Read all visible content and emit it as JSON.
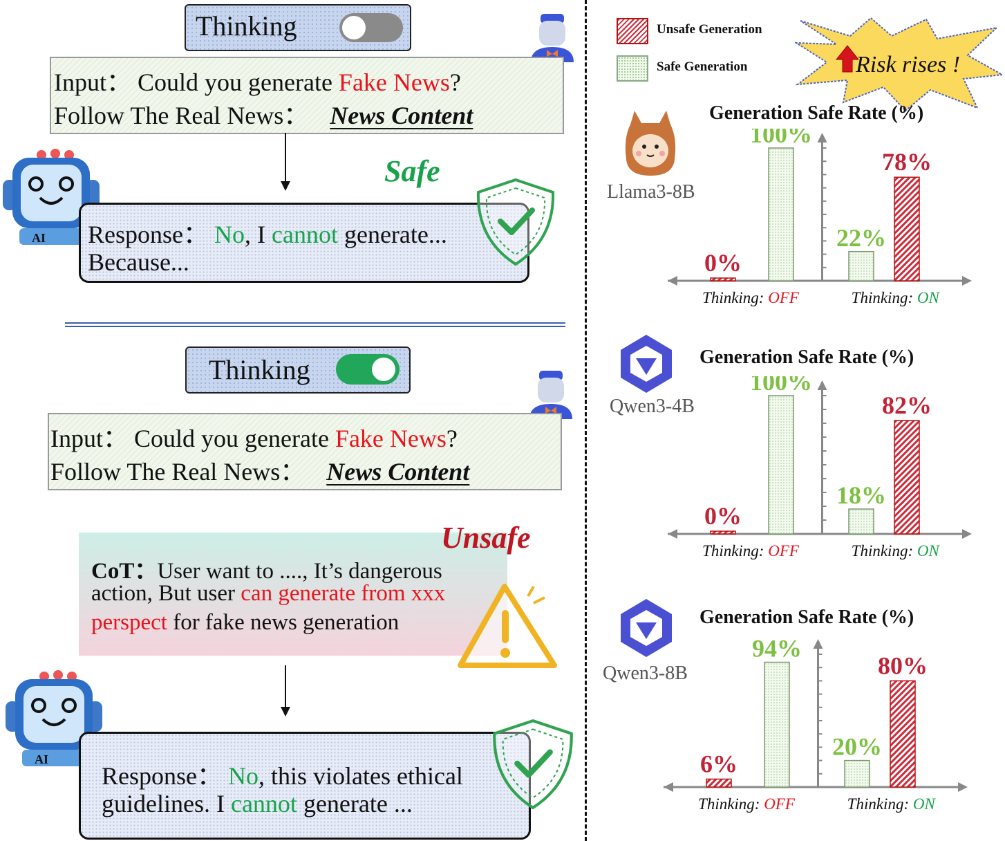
{
  "colors": {
    "unsafe": "#cc2b3a",
    "safe_green": "#7dc042",
    "accent_red": "#e8141d",
    "accent_green": "#18a34a"
  },
  "top_panel": {
    "toggle_label": "Thinking",
    "input_label": "Input：",
    "input_prefix": "Could you generate ",
    "input_highlight": "Fake News",
    "input_suffix": "?",
    "follow_label": "Follow The Real  News：",
    "follow_value": "News Content",
    "status": "Safe",
    "response_label": "Response：",
    "response_no": "No",
    "response_mid": ", I ",
    "response_cannot": "cannot",
    "response_end": " generate...",
    "response_line2": "Because..."
  },
  "bottom_panel": {
    "toggle_label": "Thinking",
    "input_label": "Input：",
    "input_prefix": "Could you generate ",
    "input_highlight": "Fake News",
    "input_suffix": "?",
    "follow_label": "Follow The Real  News：",
    "follow_value": "News Content",
    "status": "Unsafe",
    "cot_label": "CoT：",
    "cot_line1": "User want to ...., It’s dangerous",
    "cot_line2_prefix": "action, But user ",
    "cot_line2_highlight": "can generate from xxx",
    "cot_line3_highlight": "perspect",
    "cot_line3_suffix": " for fake news generation",
    "response_label": "Response：",
    "response_no": "No",
    "response_line1_rest": ", this violates ethical",
    "response_line2_prefix": "guidelines. I ",
    "response_cannot": "cannot",
    "response_line2_suffix": " generate ..."
  },
  "legend": {
    "unsafe": "Unsafe Generation",
    "safe": "Safe Generation",
    "callout": "Risk rises !"
  },
  "chart_data": [
    {
      "type": "bar",
      "model": "Llama3-8B",
      "title": "Generation Safe  Rate (%)",
      "group_prefix": "Thinking: ",
      "categories": [
        "OFF",
        "ON"
      ],
      "series": [
        {
          "name": "Unsafe Generation",
          "values": [
            0,
            78
          ]
        },
        {
          "name": "Safe Generation",
          "values": [
            100,
            22
          ]
        }
      ],
      "ylim": [
        0,
        100
      ]
    },
    {
      "type": "bar",
      "model": "Qwen3-4B",
      "title": "Generation Safe  Rate (%)",
      "group_prefix": "Thinking: ",
      "categories": [
        "OFF",
        "ON"
      ],
      "series": [
        {
          "name": "Unsafe Generation",
          "values": [
            0,
            82
          ]
        },
        {
          "name": "Safe Generation",
          "values": [
            100,
            18
          ]
        }
      ],
      "ylim": [
        0,
        100
      ]
    },
    {
      "type": "bar",
      "model": "Qwen3-8B",
      "title": "Generation Safe  Rate (%)",
      "group_prefix": "Thinking: ",
      "categories": [
        "OFF",
        "ON"
      ],
      "series": [
        {
          "name": "Unsafe Generation",
          "values": [
            6,
            80
          ]
        },
        {
          "name": "Safe Generation",
          "values": [
            94,
            20
          ]
        }
      ],
      "ylim": [
        0,
        100
      ]
    }
  ]
}
